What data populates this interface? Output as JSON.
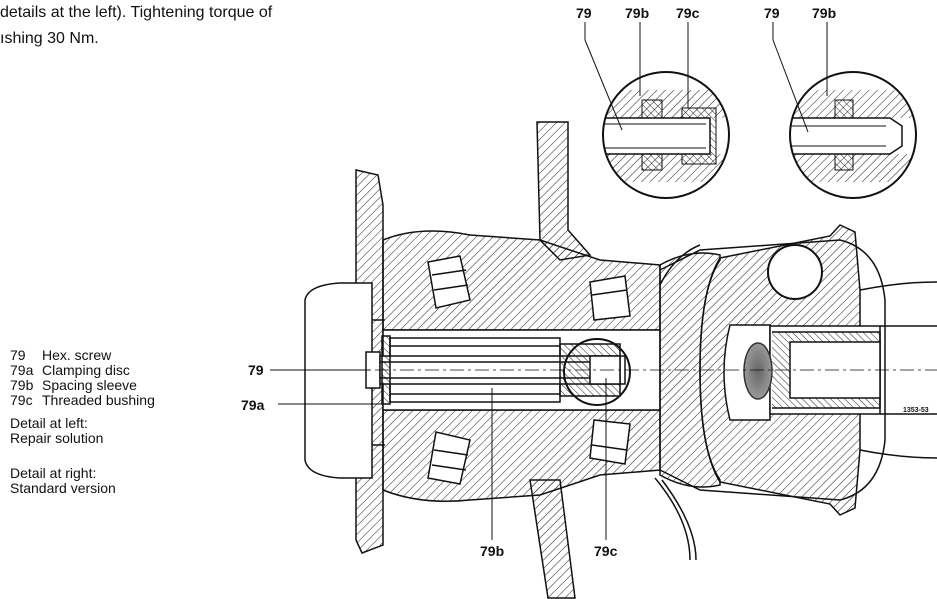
{
  "intro": {
    "line1": "details at the left). Tightening torque of",
    "line2": "ıshing 30 Nm."
  },
  "legend": [
    {
      "code": "79",
      "text": "Hex. screw"
    },
    {
      "code": "79a",
      "text": "Clamping disc"
    },
    {
      "code": "79b",
      "text": "Spacing sleeve"
    },
    {
      "code": "79c",
      "text": "Threaded bushing"
    }
  ],
  "notes": {
    "left_title": "Detail at left:",
    "left_text": "Repair solution",
    "right_title": "Detail at right:",
    "right_text": "Standard version"
  },
  "callouts": {
    "top_left": [
      "79",
      "79b",
      "79c"
    ],
    "top_right": [
      "79",
      "79b"
    ],
    "side_79": "79",
    "side_79a": "79a",
    "bottom_79b": "79b",
    "bottom_79c": "79c"
  },
  "figure_code": "1353-53"
}
